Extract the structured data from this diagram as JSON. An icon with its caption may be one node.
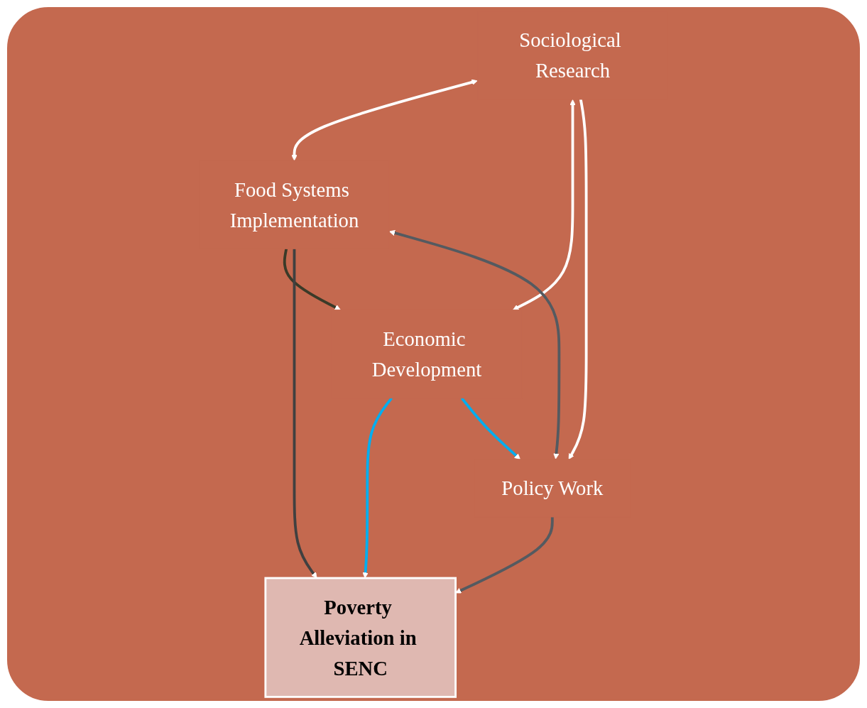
{
  "diagram": {
    "nodes": [
      {
        "text": [
          "Sociological Research"
        ]
      },
      {
        "text": [
          "Food Systems Implementation"
        ]
      },
      {
        "text": [
          "Poverty Alleviation in SENC"
        ]
      },
      {
        "text": [
          "Policy Work"
        ]
      },
      {
        "text": [
          "Economic Development"
        ]
      }
    ],
    "edges": [
      {
        "from": 0,
        "to": 1,
        "arrow": "both"
      },
      {
        "from": 0,
        "to": 4,
        "arrow": "both"
      },
      {
        "from": 1,
        "to": 4,
        "arrow": "to",
        "color": "#3a3a28"
      },
      {
        "from": 1,
        "to": 2,
        "arrow": "to",
        "color": "#404040"
      },
      {
        "from": 0,
        "to": 3,
        "arrow": "to"
      },
      {
        "from": 3,
        "to": 2,
        "arrow": "to",
        "color": "#545a60"
      },
      {
        "from": 3,
        "to": 1,
        "arrow": "both",
        "color": "#545a60"
      },
      {
        "from": 4,
        "to": 2,
        "arrow": "to",
        "color": "#00aeef"
      },
      {
        "from": 4,
        "to": 3,
        "arrow": "to",
        "color": "#00aeef"
      }
    ]
  }
}
